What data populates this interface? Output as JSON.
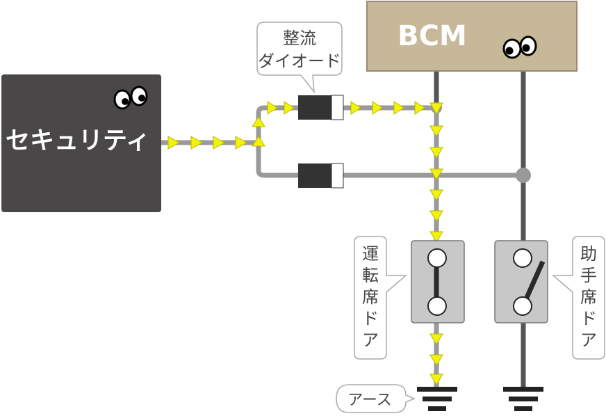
{
  "blocks": {
    "security": {
      "label": "セキュリティ"
    },
    "bcm": {
      "label": "BCM"
    }
  },
  "callouts": {
    "diode": {
      "lines": [
        "整流",
        "ダイオード"
      ]
    },
    "driver_door": {
      "lines": [
        "運",
        "転",
        "席",
        "ド",
        "ア"
      ]
    },
    "passenger_door": {
      "lines": [
        "助",
        "手",
        "席",
        "ド",
        "ア"
      ]
    },
    "earth": {
      "label": "アース"
    }
  },
  "switch_states": {
    "driver_door": "closed",
    "passenger_door": "open"
  },
  "colors": {
    "security_fill": "#4a4748",
    "bcm_fill": "#c8b89a",
    "wire_active": "#9a9a9a",
    "wire_dark": "#555555",
    "current_arrow": "#f2f20a",
    "switch_body": "#c8c8c8",
    "diode_body": "#333333"
  }
}
